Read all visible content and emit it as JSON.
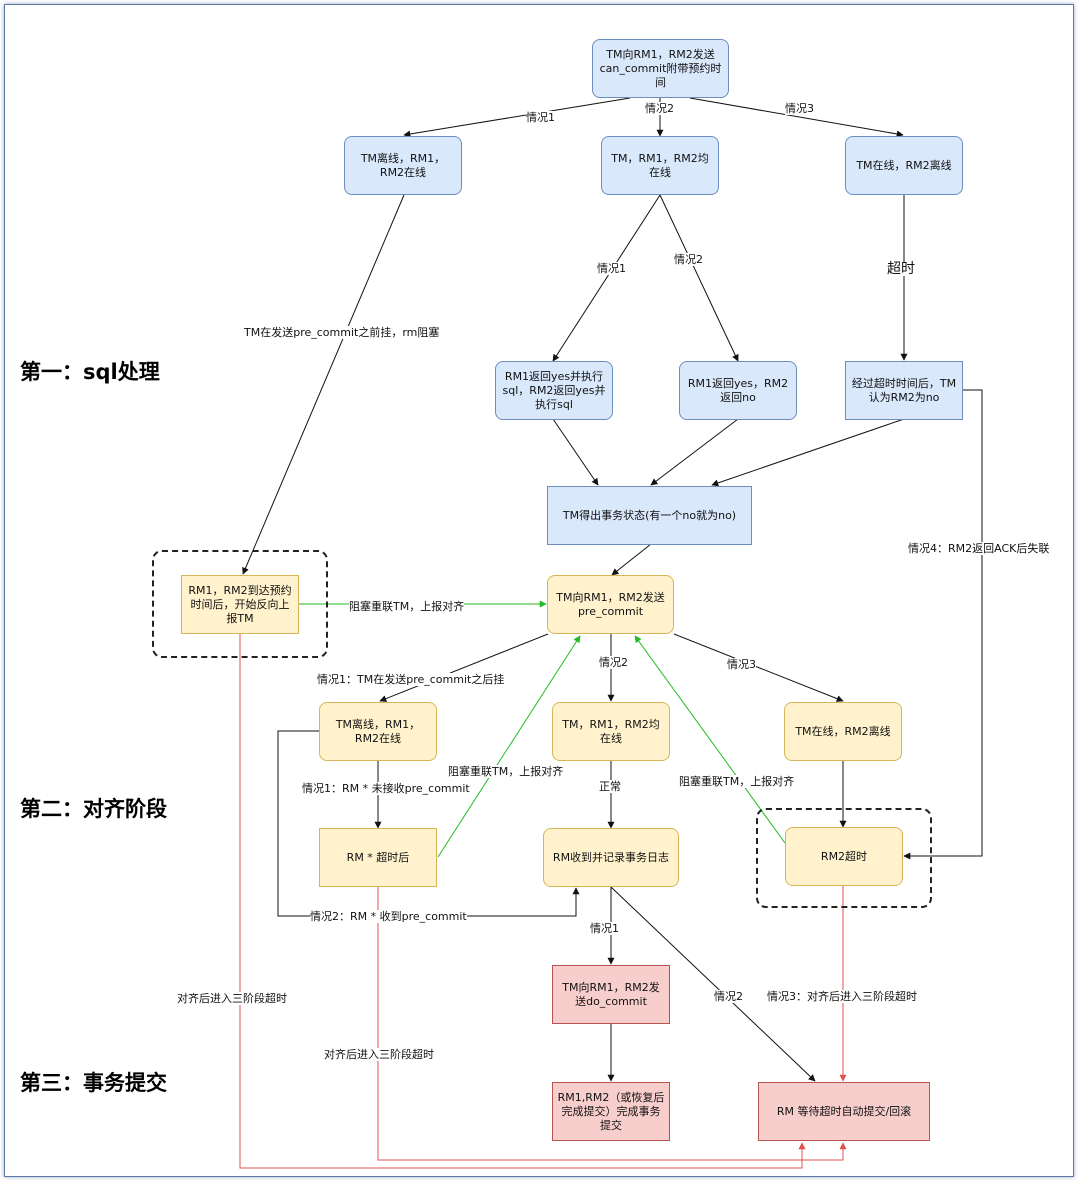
{
  "sections": {
    "s1": "第一：sql处理",
    "s2": "第二：对齐阶段",
    "s3": "第三：事务提交"
  },
  "nodes": {
    "n_tm_send_can_commit": "TM向RM1，RM2发送can_commit附带预约时间",
    "n_tm_offline_rm_online": "TM离线，RM1，RM2在线",
    "n_all_online": "TM，RM1，RM2均在线",
    "n_tm_online_rm2_offline": "TM在线，RM2离线",
    "n_rm1_rm2_yes": "RM1返回yes并执行sql，RM2返回yes并执行sql",
    "n_rm1_yes_rm2_no": "RM1返回yes，RM2返回no",
    "n_tm_timeout_rm2_no": "经过超时时间后，TM认为RM2为no",
    "n_tm_get_status": "TM得出事务状态(有一个no就为no)",
    "n_rm_reach_time": "RM1，RM2到达预约时间后，开始反向上报TM",
    "n_tm_send_pre_commit": "TM向RM1，RM2发送pre_commit",
    "n_tm_offline_rm_online_2": "TM离线，RM1，RM2在线",
    "n_all_online_2": "TM，RM1，RM2均在线",
    "n_tm_online_rm2_offline_2": "TM在线，RM2离线",
    "n_rm_timeout": "RM * 超时后",
    "n_rm_receive_log": "RM收到并记录事务日志",
    "n_rm2_timeout": "RM2超时",
    "n_tm_send_do_commit": "TM向RM1，RM2发送do_commit",
    "n_rm_complete": "RM1,RM2（或恢复后完成提交）完成事务提交",
    "n_rm_auto_commit": "RM 等待超时自动提交/回滚"
  },
  "edge_labels": {
    "l_case1_top": "情况1",
    "l_case2_top": "情况2",
    "l_case3_top": "情况3",
    "l_tm_before_pre_commit": "TM在发送pre_commit之前挂，rm阻塞",
    "l_case1_mid": "情况1",
    "l_case2_mid": "情况2",
    "l_timeout": "超时",
    "l_case4": "情况4：RM2返回ACK后失联",
    "l_block_rejoin_1": "阻塞重联TM，上报对齐",
    "l_case2_pre": "情况2",
    "l_case3_pre": "情况3",
    "l_case1_tm_after": "情况1：TM在发送pre_commit之后挂",
    "l_case1_rm_not_recv": "情况1：RM * 未接收pre_commit",
    "l_block_rejoin_2": "阻塞重联TM，上报对齐",
    "l_normal": "正常",
    "l_block_rejoin_3": "阻塞重联TM，上报对齐",
    "l_case2_rm_recv": "情况2：RM * 收到pre_commit",
    "l_case1_log": "情况1",
    "l_case2_log": "情况2",
    "l_case3_align": "情况3：对齐后进入三阶段超时",
    "l_align_left": "对齐后进入三阶段超时",
    "l_align_mid": "对齐后进入三阶段超时"
  },
  "colors": {
    "blue_fill": "#dae8fc",
    "blue_border": "#6c8ebf",
    "yellow_fill": "#fff2cc",
    "yellow_border": "#d6b656",
    "red_fill": "#f8cecc",
    "red_border": "#b85450",
    "green_edge": "#22bb22",
    "red_edge": "#e05050",
    "black_edge": "#111111"
  }
}
